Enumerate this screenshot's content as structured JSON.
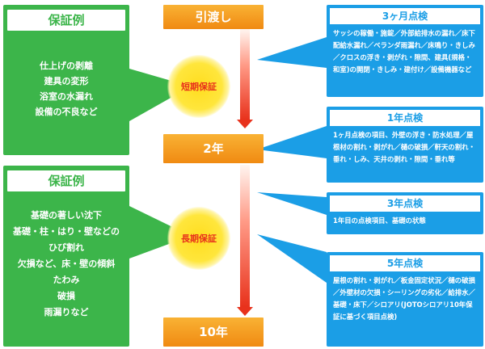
{
  "timeline": {
    "start": "引渡し",
    "mid": "2年",
    "end": "10年"
  },
  "short_term": {
    "label": "短期保証",
    "title": "保証例",
    "items": [
      "仕上げの剥離",
      "建具の変形",
      "浴室の水漏れ",
      "設備の不良など"
    ]
  },
  "long_term": {
    "label": "長期保証",
    "title": "保証例",
    "items": [
      "基礎の著しい沈下",
      "基礎・柱・はり・壁などの",
      "ひび割れ",
      "欠損など、床・壁の傾斜",
      "たわみ",
      "破損",
      "雨漏りなど"
    ]
  },
  "inspections": [
    {
      "title": "3ヶ月点検",
      "body": "サッシの稼働・施錠／外部給排水の漏れ／床下配給水漏れ／ベランダ雨漏れ／床鳴り・きしみ／クロスの浮き・剥がれ・隙間、建具(規格・和室)の開閉・きしみ・建付け／設備機器など"
    },
    {
      "title": "1年点検",
      "body": "1ヶ月点検の項目、外壁の浮き・防水処理／屋根材の割れ・剥がれ／樋の破損／軒天の割れ・垂れ・しみ、天井の剥れ・隙間・垂れ等"
    },
    {
      "title": "3年点検",
      "body": "1年目の点検項目、基礎の状態"
    },
    {
      "title": "5年点検",
      "body": "屋根の割れ・剥がれ／板金固定状況／樋の破損／外壁材の欠損・シーリングの劣化／給排水／基礎・床下／シロアリ(JOTOシロアリ10年保証に基づく項目点検)"
    }
  ],
  "colors": {
    "green": "#3cb54a",
    "orange": "#f39c1f",
    "blue": "#1b9ee6",
    "red": "#e8321c",
    "yellow": "#ffe63c"
  }
}
